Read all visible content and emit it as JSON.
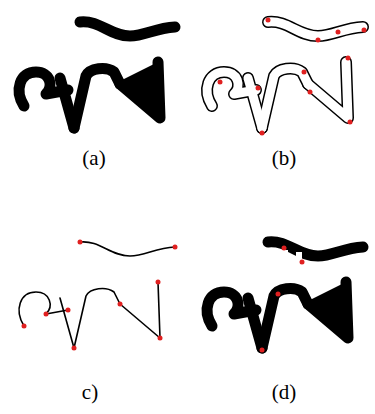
{
  "diagram": {
    "labels": [
      "(a)",
      "(b)",
      "c)",
      "(d)"
    ]
  }
}
